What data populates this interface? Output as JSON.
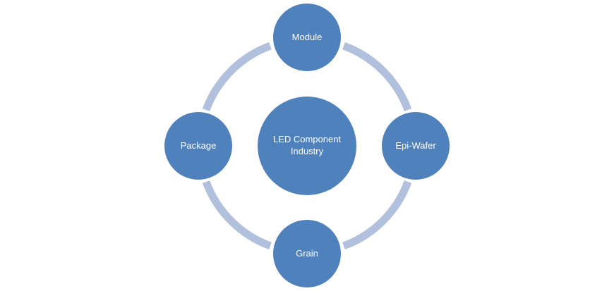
{
  "diagram": {
    "type": "cycle",
    "center": {
      "line1": "LED Component",
      "line2": "Industry"
    },
    "nodes": {
      "top": "Module",
      "right": "Epi-Wafer",
      "bottom": "Grain",
      "left": "Package"
    }
  },
  "colors": {
    "node_fill": "#4f81bd",
    "node_stroke": "#ffffff",
    "ring": "#b1c0dc",
    "text": "#ffffff"
  }
}
